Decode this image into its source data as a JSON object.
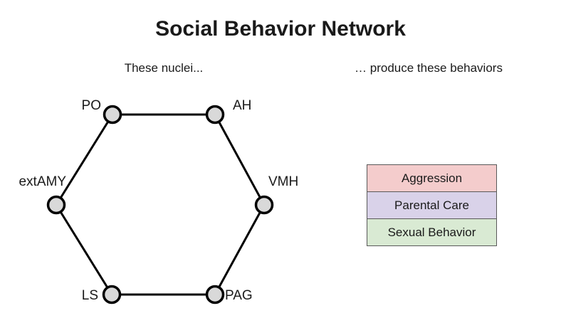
{
  "title": "Social Behavior Network",
  "subtitles": {
    "left": "These nuclei...",
    "right": "… produce these behaviors"
  },
  "network": {
    "node_fill": "#d9d9d9",
    "node_stroke": "#000000",
    "edge_color": "#000000",
    "nodes": [
      {
        "id": "PO",
        "label": "PO"
      },
      {
        "id": "AH",
        "label": "AH"
      },
      {
        "id": "VMH",
        "label": "VMH"
      },
      {
        "id": "PAG",
        "label": "PAG"
      },
      {
        "id": "LS",
        "label": "LS"
      },
      {
        "id": "extAMY",
        "label": "extAMY"
      }
    ],
    "edges": [
      [
        "PO",
        "AH"
      ],
      [
        "AH",
        "VMH"
      ],
      [
        "VMH",
        "PAG"
      ],
      [
        "PAG",
        "LS"
      ],
      [
        "LS",
        "extAMY"
      ],
      [
        "extAMY",
        "PO"
      ]
    ]
  },
  "behaviors": [
    {
      "label": "Aggression",
      "color": "#f4cccc"
    },
    {
      "label": "Parental Care",
      "color": "#d9d2e9"
    },
    {
      "label": "Sexual Behavior",
      "color": "#d9ead3"
    }
  ]
}
